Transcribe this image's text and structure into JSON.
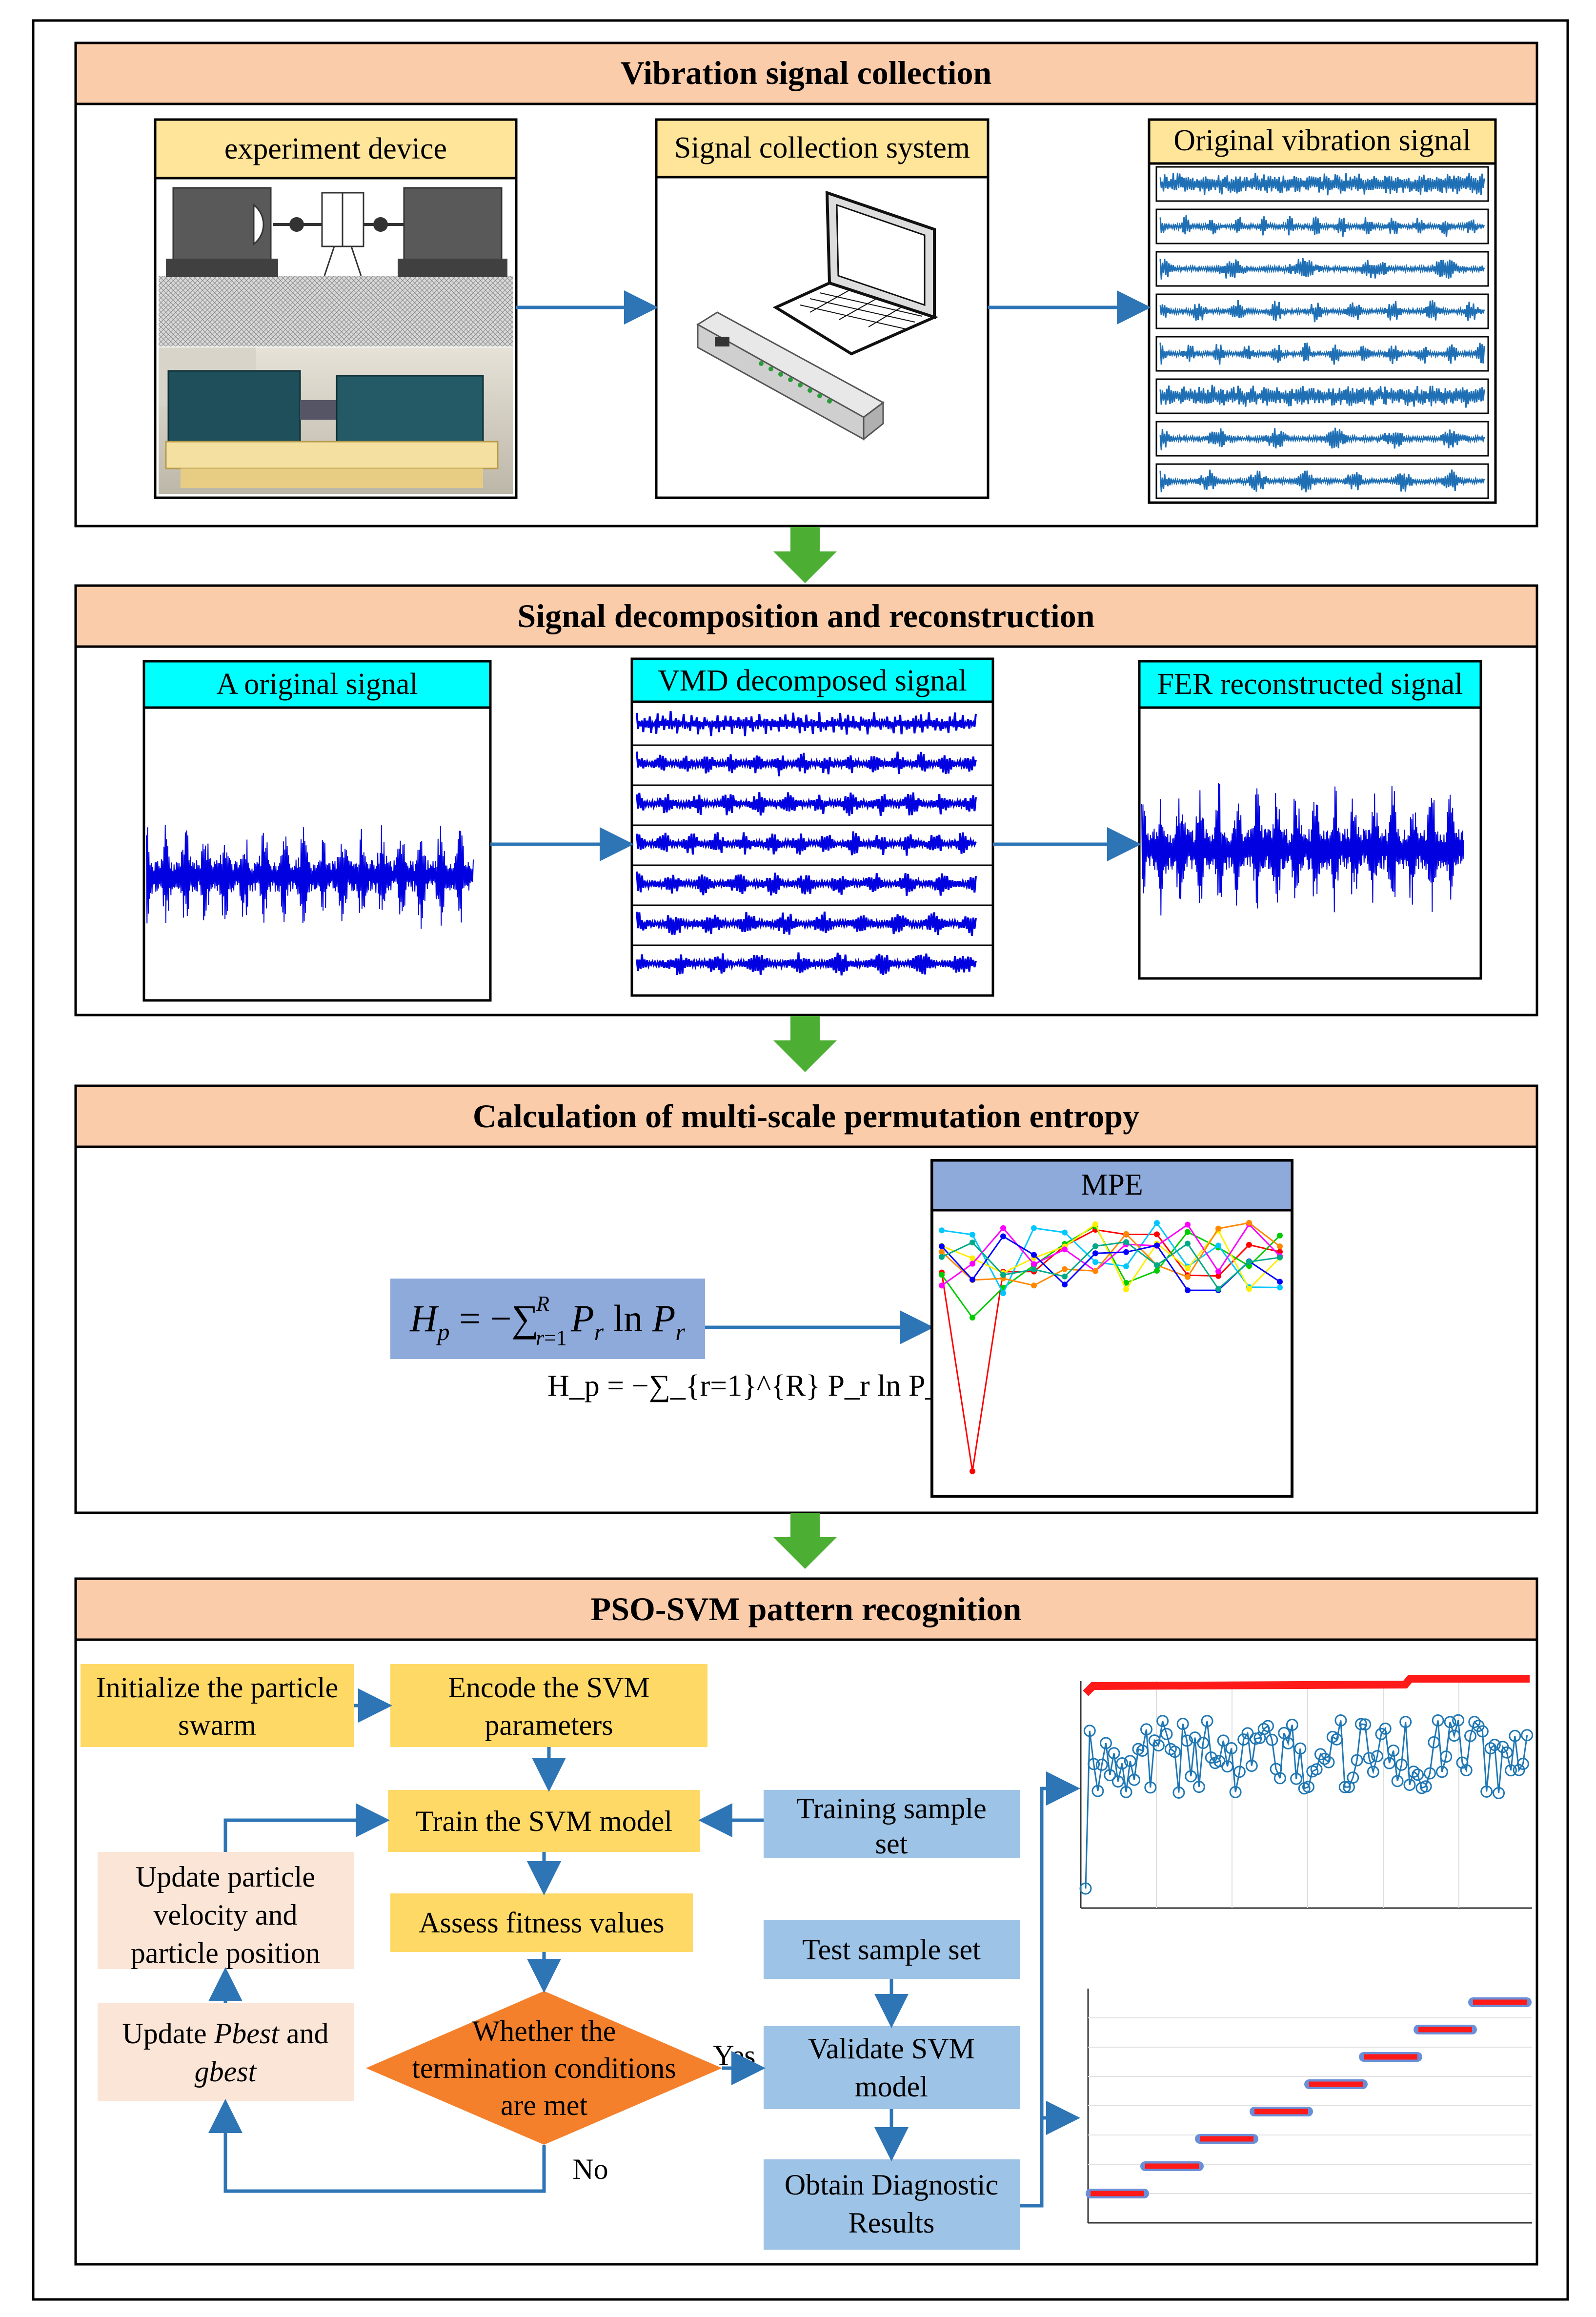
{
  "sections": {
    "collection": {
      "title": "Vibration signal collection",
      "device_label": "experiment device",
      "system_label": "Signal collection system",
      "signal_label": "Original vibration signal"
    },
    "decomposition": {
      "title": "Signal decomposition and reconstruction",
      "original_label": "A original signal",
      "vmd_label": "VMD decomposed signal",
      "fer_label": "FER reconstructed signal"
    },
    "entropy": {
      "title": "Calculation of multi-scale permutation entropy",
      "formula": "H_p = −∑_{r=1}^{R} P_r ln P_r",
      "mpe_label": "MPE"
    },
    "pso": {
      "title": "PSO-SVM pattern recognition",
      "init": [
        "Initialize the particle",
        "swarm"
      ],
      "encode": [
        "Encode the SVM",
        "parameters"
      ],
      "train": "Train the SVM model",
      "training_set": [
        "Training sample",
        "set"
      ],
      "update_velocity": [
        "Update particle",
        "velocity and",
        "particle position"
      ],
      "assess": "Assess fitness values",
      "test_set": "Test sample set",
      "update_best": [
        "Update ",
        "Pbest",
        " and",
        "gbest"
      ],
      "decision": [
        "Whether the",
        "termination conditions",
        "are met"
      ],
      "yes": "Yes",
      "no": "No",
      "validate": [
        "Validate SVM",
        "model"
      ],
      "obtain": [
        "Obtain Diagnostic",
        "Results"
      ]
    }
  },
  "colors": {
    "header": "#FBCCAA",
    "yellow_label": "#FFE599",
    "cyan_label": "#00FFFF",
    "blue_label": "#8EAADB",
    "flow_yellow": "#FFD966",
    "flow_blue": "#9DC3E6",
    "flow_pink": "#FBE5D6",
    "decision": "#F4802B",
    "arrow_blue": "#2E75B6",
    "arrow_green": "#4CAF33",
    "wave_blue": "#1F6FB5",
    "wave_dark": "#0000E0"
  }
}
